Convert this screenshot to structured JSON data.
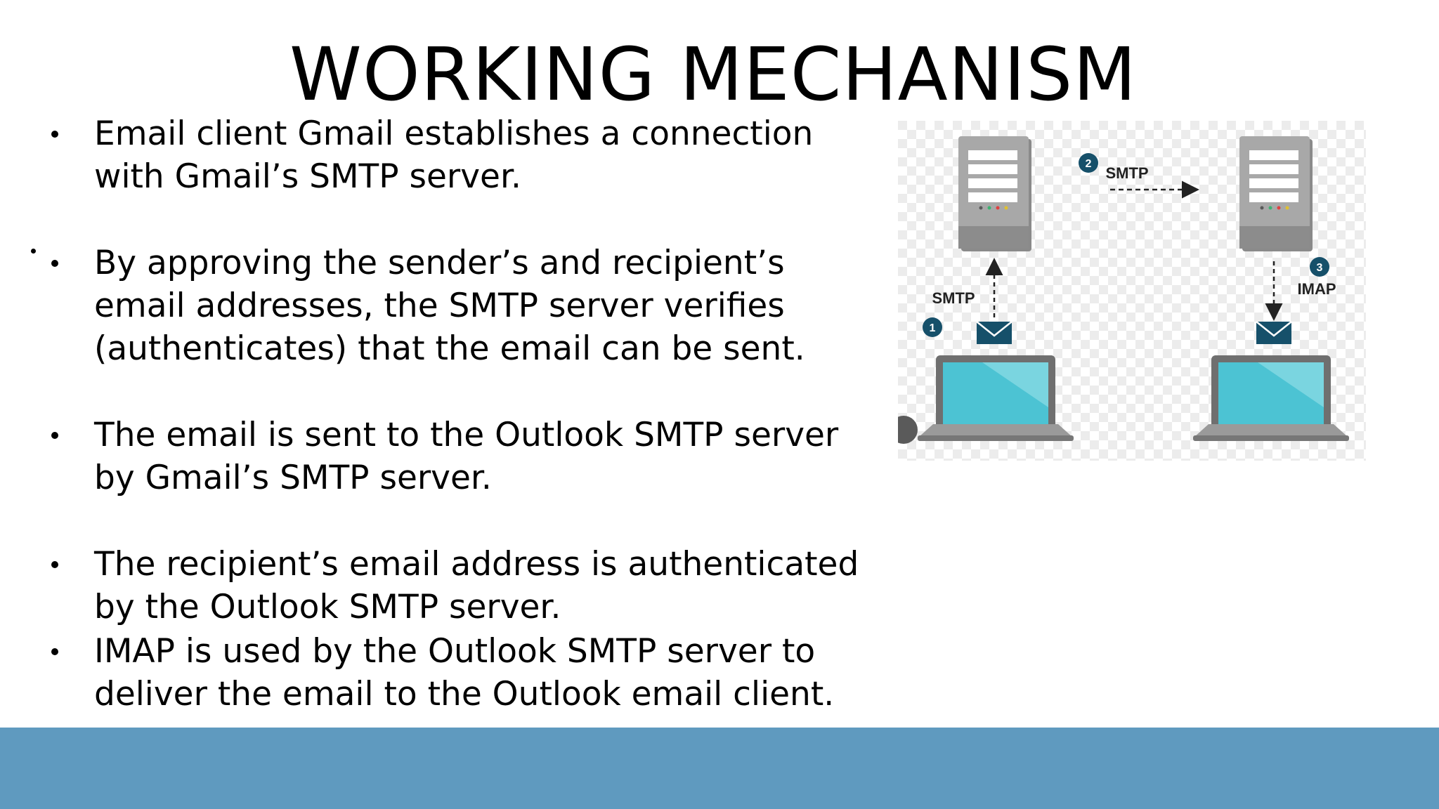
{
  "slide": {
    "title": "WORKING MECHANISM",
    "bullets": [
      {
        "line1": "Email client Gmail establishes a connection",
        "line2": "with Gmail’s SMTP server."
      },
      {
        "line1": "By approving the sender’s and recipient’s",
        "line2": "email addresses, the SMTP server verifies",
        "line3": "(authenticates) that the email can be sent."
      },
      {
        "line1": "The email is sent to the Outlook SMTP server",
        "line2": "by Gmail’s SMTP server."
      },
      {
        "line1": "The recipient’s email address is authenticated",
        "line2": "by the Outlook SMTP server."
      },
      {
        "line1": "IMAP is used by the Outlook SMTP server to",
        "line2": "deliver the email to the Outlook email client."
      }
    ]
  },
  "diagram": {
    "step1_number": "1",
    "step2_number": "2",
    "step3_number": "3",
    "step1_label": "SMTP",
    "step2_label": "SMTP",
    "step3_label": "IMAP"
  },
  "colors": {
    "footer": "#5f9abf",
    "badge": "#16506a",
    "laptop_screen": "#4cc3d3"
  }
}
